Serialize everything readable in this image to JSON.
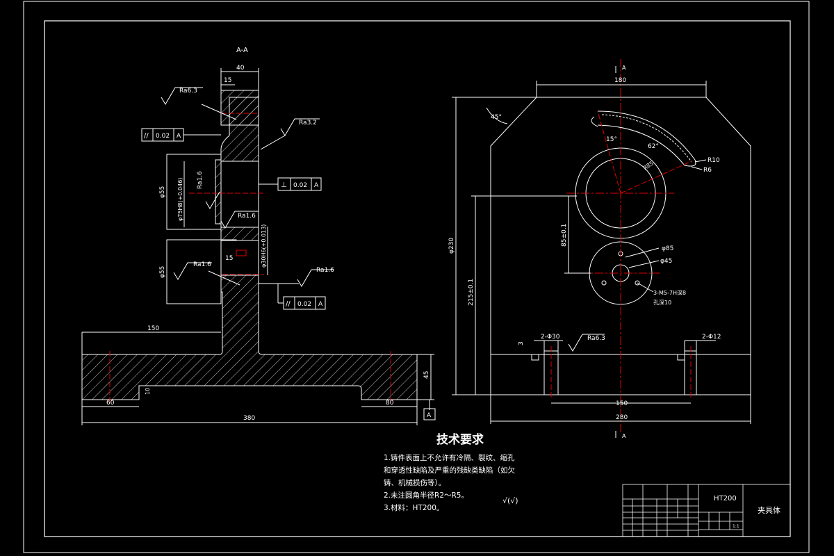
{
  "section_view": {
    "title": "A-A",
    "dims": {
      "d40": "40",
      "d15a": "15",
      "d15b": "15",
      "d150": "150",
      "d380": "380",
      "d60": "60",
      "d80": "80",
      "d10": "10",
      "d45": "45",
      "phi55a": "φ55",
      "phi55b": "φ55",
      "phi75": "φ75H8(+0.046)",
      "phi30": "φ30H6(+0.013)"
    },
    "roughness": {
      "r1": "Ra6.3",
      "r2": "Ra3.2",
      "r3": "Ra1.6",
      "r4": "Ra1.6",
      "r5": "Ra1.6",
      "r6": "Ra1.6"
    },
    "tolerances": {
      "t1": {
        "symbol": "//",
        "value": "0.02",
        "datum": "A"
      },
      "t2": {
        "symbol": "⊥",
        "value": "0.02",
        "datum": "A"
      },
      "t3": {
        "symbol": "//",
        "value": "0.02",
        "datum": "A"
      }
    },
    "datum_label": "A"
  },
  "front_view": {
    "section_marker": "A",
    "dims": {
      "d180": "180",
      "angle45": "45°",
      "angle15": "15°",
      "angle62": "62°",
      "r10": "R10",
      "r6": "R6",
      "r85": "R85",
      "phi230": "φ230",
      "d85": "85±0.1",
      "d215": "215±0.1",
      "phi85": "φ85",
      "phi45": "φ45",
      "holes": "3-M5-7H深8",
      "holes2": "孔深10",
      "hole30": "2-Φ30",
      "hole12": "2-Φ12",
      "d3": "3",
      "ra": "Ra6.3",
      "d150": "150",
      "d280": "280"
    }
  },
  "tech_requirements": {
    "title": "技术要求",
    "line1": "1.铸件表面上不允许有冷隔、裂纹、缩孔",
    "line2": "和穿透性缺陷及严重的残缺类缺陷（如欠",
    "line3": "铸、机械损伤等）。",
    "line4": "2.未注圆角半径R2～R5。",
    "line5": "3.材料：HT200。",
    "roughness_note": "√(√)"
  },
  "title_block": {
    "material": "HT200",
    "part_name": "夹具体",
    "scale": "1:1"
  }
}
